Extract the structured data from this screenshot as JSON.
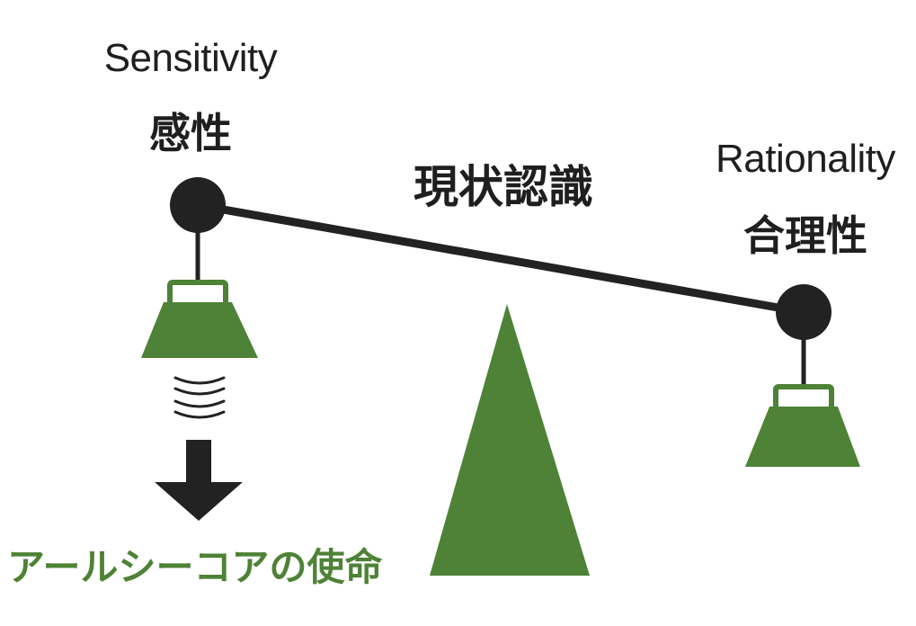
{
  "left": {
    "label_en": "Sensitivity",
    "label_jp": "感性"
  },
  "right": {
    "label_en": "Rationality",
    "label_jp": "合理性"
  },
  "center": {
    "label": "現状認識"
  },
  "mission": {
    "label": "アールシーコアの使命"
  },
  "colors": {
    "dark": "#222222",
    "green": "#4e8236",
    "white": "#ffffff"
  },
  "icons": [
    "balance-beam",
    "pivot-triangle",
    "weight-icon",
    "vibration-lines-icon",
    "down-arrow-icon"
  ]
}
